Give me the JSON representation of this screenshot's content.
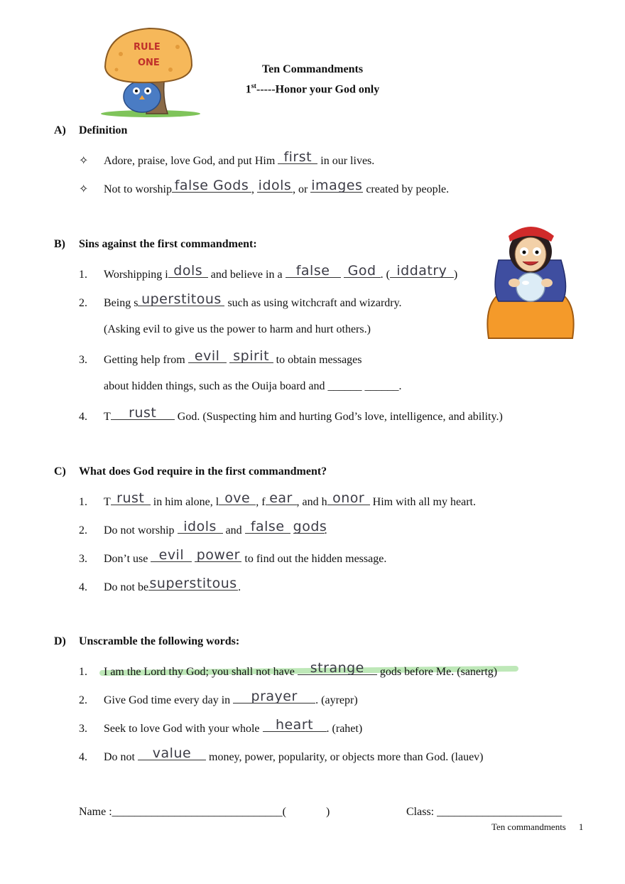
{
  "header": {
    "title": "Ten Commandments",
    "subtitle_num": "1",
    "subtitle_sup": "st",
    "subtitle_rest": "-----Honor your God only"
  },
  "mushroom": {
    "line1": "RULE",
    "line2": "ONE"
  },
  "sectionA": {
    "letter": "A)",
    "heading": "Definition",
    "b1": {
      "pre": "Adore, praise, love God, and put Him ",
      "fill": "first",
      "post": " in our lives."
    },
    "b2": {
      "pre": "Not to worship",
      "f1": "false Gods",
      "sep1": ", ",
      "f2": "idols",
      "sep2": ", or ",
      "f3": "images",
      "post": " created by people."
    }
  },
  "sectionB": {
    "letter": "B)",
    "heading": "Sins against the first commandment:",
    "i1": {
      "num": "1.",
      "pre": "Worshipping i",
      "f1": "dols",
      "mid": " and believe in a ",
      "f2": "false",
      "f3": "God",
      "mid2": ". (",
      "f4": "iddatry",
      "post": ")"
    },
    "i2": {
      "num": "2.",
      "pre": "Being s",
      "f1": "uperstitous",
      "post": " such as using witchcraft and wizardry."
    },
    "i2b": "(Asking evil to give us the power to harm and hurt others.)",
    "i3": {
      "num": "3.",
      "pre": "Getting help from ",
      "f1": "evil",
      "f2": "spirit",
      "post": " to obtain messages"
    },
    "i3b": "about hidden things, such as the Ouija board and ______ ______.",
    "i4": {
      "num": "4.",
      "pre": "T",
      "f1": "rust",
      "post": " God. (Suspecting him and hurting God’s love, intelligence, and ability.)"
    }
  },
  "sectionC": {
    "letter": "C)",
    "heading": "What does God require in the first commandment?",
    "i1": {
      "num": "1.",
      "pre": "T",
      "f1": "rust",
      "m1": " in him alone, l",
      "f2": "ove",
      "m2": ", f",
      "f3": "ear",
      "m3": ", and h",
      "f4": "onor",
      "post": " Him with all my heart."
    },
    "i2": {
      "num": "2.",
      "pre": "Do not worship ",
      "f1": "idols",
      "mid": " and ",
      "f2": "false",
      "f3": "gods",
      "post": "."
    },
    "i3": {
      "num": "3.",
      "pre": "Don’t use ",
      "f1": "evil",
      "f2": "power",
      "post": " to find out the hidden message."
    },
    "i4": {
      "num": "4.",
      "pre": "Do not be",
      "f1": "superstitous",
      "post": "."
    }
  },
  "sectionD": {
    "letter": "D)",
    "heading": "Unscramble the following words:",
    "i1": {
      "num": "1.",
      "pre": "I am the Lord thy God; you shall not have ",
      "f1": "strange",
      "post": " gods before Me. (sanertg)"
    },
    "i2": {
      "num": "2.",
      "pre": "Give God time every day in ",
      "f1": "prayer",
      "post": ". (ayrepr)"
    },
    "i3": {
      "num": "3.",
      "pre": "Seek to love God with your whole ",
      "f1": "heart",
      "post": ". (rahet)"
    },
    "i4": {
      "num": "4.",
      "pre": "Do not ",
      "f1": "value",
      "post": " money, power, popularity, or objects more than God. (lauev)"
    }
  },
  "footer": {
    "name_label": "Name :______________________________(",
    "paren_close": ")",
    "class_label": "Class: ______________________",
    "page_label": "Ten commandments",
    "page_num": "1"
  },
  "colors": {
    "highlight": "#a8e0a0",
    "mushroom_cap": "#f6b85a",
    "handwriting": "#3b3b45"
  }
}
